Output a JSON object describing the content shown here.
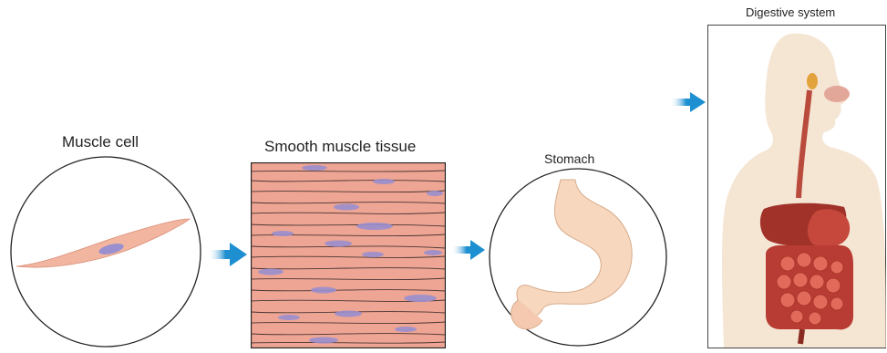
{
  "labels": {
    "muscle_cell": "Muscle cell",
    "smooth_muscle_tissue": "Smooth muscle tissue",
    "stomach": "Stomach",
    "digestive_system": "Digestive system"
  },
  "colors": {
    "arrow": "#1e8fd0",
    "cell_fill": "#f2b6a0",
    "nucleus": "#9a8fcf",
    "tissue_bg": "#eea593",
    "stomach": "#f7d7be",
    "skin": "#f2dcc4",
    "liver": "#a0322a",
    "intestine": "#c8473a"
  },
  "icons": {
    "arrow": "right-arrow-icon"
  }
}
